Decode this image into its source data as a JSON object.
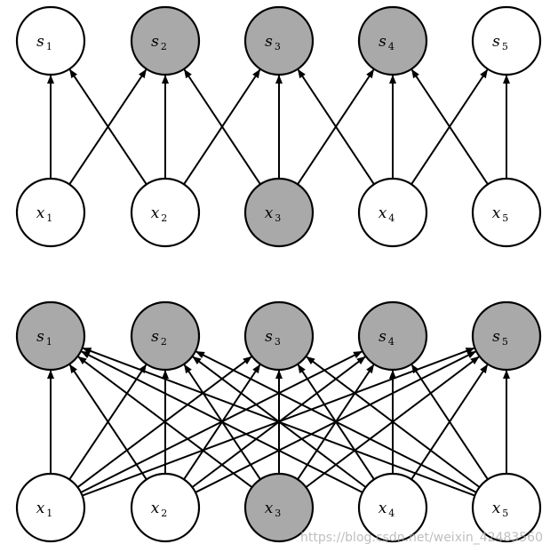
{
  "colors": {
    "shaded": "#a9a9a9",
    "unshaded": "#ffffff",
    "stroke": "#000000"
  },
  "diagrams": [
    {
      "name": "sparse-connectivity",
      "top_nodes": [
        {
          "letter": "s",
          "sub": "1",
          "shaded": false
        },
        {
          "letter": "s",
          "sub": "2",
          "shaded": true
        },
        {
          "letter": "s",
          "sub": "3",
          "shaded": true
        },
        {
          "letter": "s",
          "sub": "4",
          "shaded": true
        },
        {
          "letter": "s",
          "sub": "5",
          "shaded": false
        }
      ],
      "bottom_nodes": [
        {
          "letter": "x",
          "sub": "1",
          "shaded": false
        },
        {
          "letter": "x",
          "sub": "2",
          "shaded": false
        },
        {
          "letter": "x",
          "sub": "3",
          "shaded": true
        },
        {
          "letter": "x",
          "sub": "4",
          "shaded": false
        },
        {
          "letter": "x",
          "sub": "5",
          "shaded": false
        }
      ],
      "edges": [
        [
          1,
          1
        ],
        [
          1,
          2
        ],
        [
          2,
          1
        ],
        [
          2,
          2
        ],
        [
          2,
          3
        ],
        [
          3,
          2
        ],
        [
          3,
          3
        ],
        [
          3,
          4
        ],
        [
          4,
          3
        ],
        [
          4,
          4
        ],
        [
          4,
          5
        ],
        [
          5,
          4
        ],
        [
          5,
          5
        ]
      ]
    },
    {
      "name": "full-connectivity",
      "top_nodes": [
        {
          "letter": "s",
          "sub": "1",
          "shaded": true
        },
        {
          "letter": "s",
          "sub": "2",
          "shaded": true
        },
        {
          "letter": "s",
          "sub": "3",
          "shaded": true
        },
        {
          "letter": "s",
          "sub": "4",
          "shaded": true
        },
        {
          "letter": "s",
          "sub": "5",
          "shaded": true
        }
      ],
      "bottom_nodes": [
        {
          "letter": "x",
          "sub": "1",
          "shaded": false
        },
        {
          "letter": "x",
          "sub": "2",
          "shaded": false
        },
        {
          "letter": "x",
          "sub": "3",
          "shaded": true
        },
        {
          "letter": "x",
          "sub": "4",
          "shaded": false
        },
        {
          "letter": "x",
          "sub": "5",
          "shaded": false
        }
      ],
      "edges": "all"
    }
  ],
  "watermark": "https://blog.csdn.net/weixin_42483560"
}
